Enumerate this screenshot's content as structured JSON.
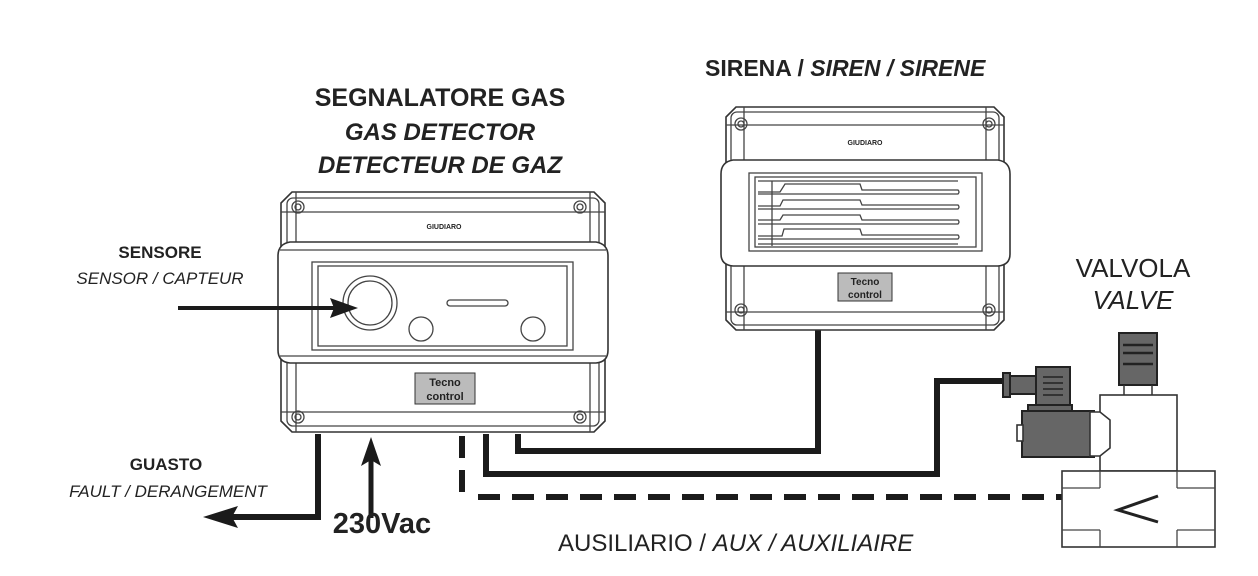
{
  "detector": {
    "title_it": "SEGNALATORE GAS",
    "title_en": "GAS DETECTOR",
    "title_fr": "DETECTEUR DE GAZ",
    "brand_top": "GIUDIARO",
    "logo_line1": "Tecno",
    "logo_line2": "control"
  },
  "sensor": {
    "label_it": "SENSORE",
    "label_en_fr": "SENSOR / CAPTEUR"
  },
  "fault": {
    "label_it": "GUASTO",
    "label_en_fr": "FAULT / DERANGEMENT"
  },
  "power": {
    "label": "230Vac"
  },
  "siren": {
    "label_it": "SIRENA / ",
    "label_en_fr": "SIREN / SIRENE",
    "brand_top": "GIUDIARO",
    "logo_line1": "Tecno",
    "logo_line2": "control"
  },
  "valve": {
    "label_it": "VALVOLA",
    "label_en": "VALVE"
  },
  "aux": {
    "label_it": "AUSILIARIO / ",
    "label_en_fr": "AUX / AUXILIAIRE"
  }
}
